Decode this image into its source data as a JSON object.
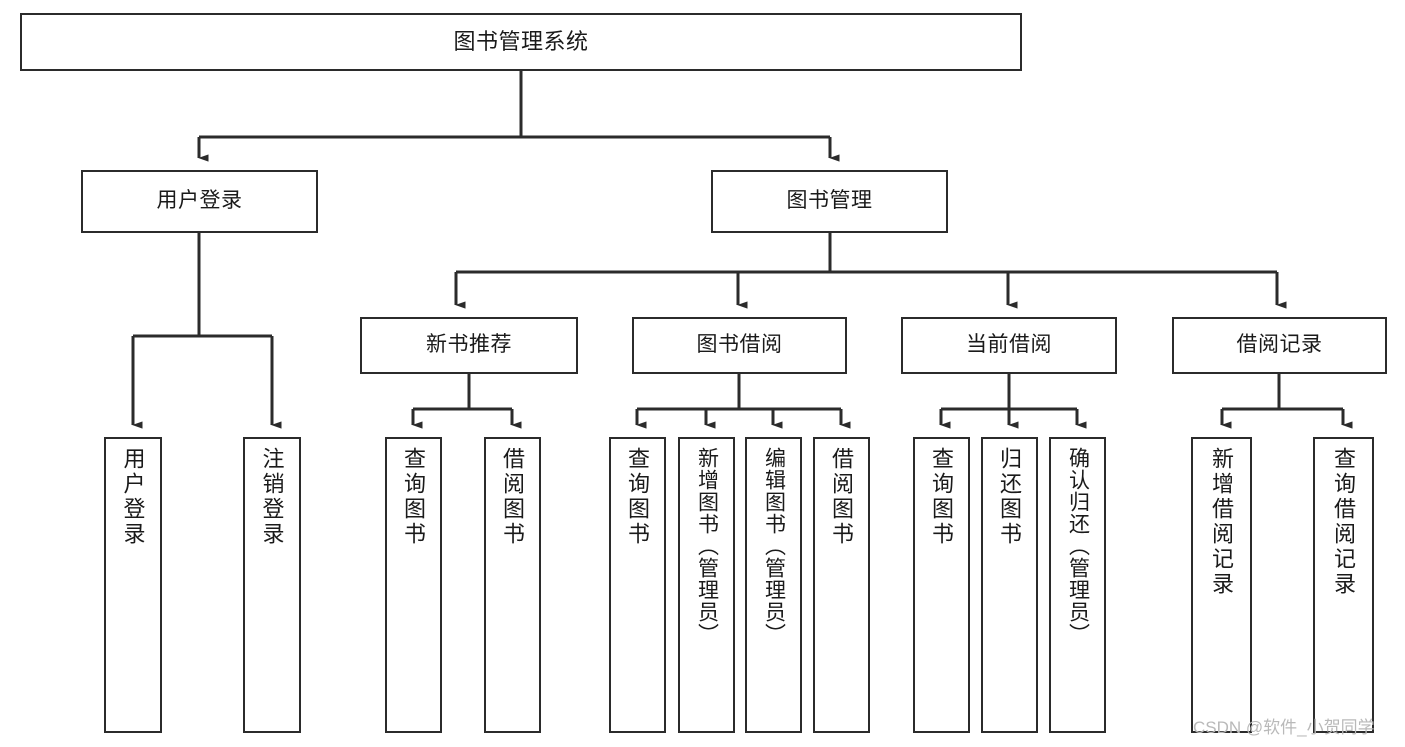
{
  "diagram": {
    "type": "tree",
    "title": "图书管理系统",
    "watermark": "CSDN @软件_小贺同学",
    "colors": {
      "box_border": "#2b2b2b",
      "box_fill": "#ffffff",
      "edge": "#2b2b2b",
      "text": "#1a1a1a",
      "watermark": "#b9b9b9"
    },
    "nodes": {
      "root": "图书管理系统",
      "level2": [
        {
          "label": "用户登录"
        },
        {
          "label": "图书管理"
        }
      ],
      "level3": [
        {
          "label": "新书推荐"
        },
        {
          "label": "图书借阅"
        },
        {
          "label": "当前借阅"
        },
        {
          "label": "借阅记录"
        }
      ],
      "leaves": {
        "user_login": [
          {
            "label": "用户登录"
          },
          {
            "label": "注销登录"
          }
        ],
        "new_book": [
          {
            "label": "查询图书"
          },
          {
            "label": "借阅图书"
          }
        ],
        "borrow_book": [
          {
            "label": "查询图书"
          },
          {
            "label": "新增图书（管理员）"
          },
          {
            "label": "编辑图书（管理员）"
          },
          {
            "label": "借阅图书"
          }
        ],
        "current_borrow": [
          {
            "label": "查询图书"
          },
          {
            "label": "归还图书"
          },
          {
            "label": "确认归还（管理员）"
          }
        ],
        "borrow_record": [
          {
            "label": "新增借阅记录"
          },
          {
            "label": "查询借阅记录"
          }
        ]
      }
    }
  }
}
